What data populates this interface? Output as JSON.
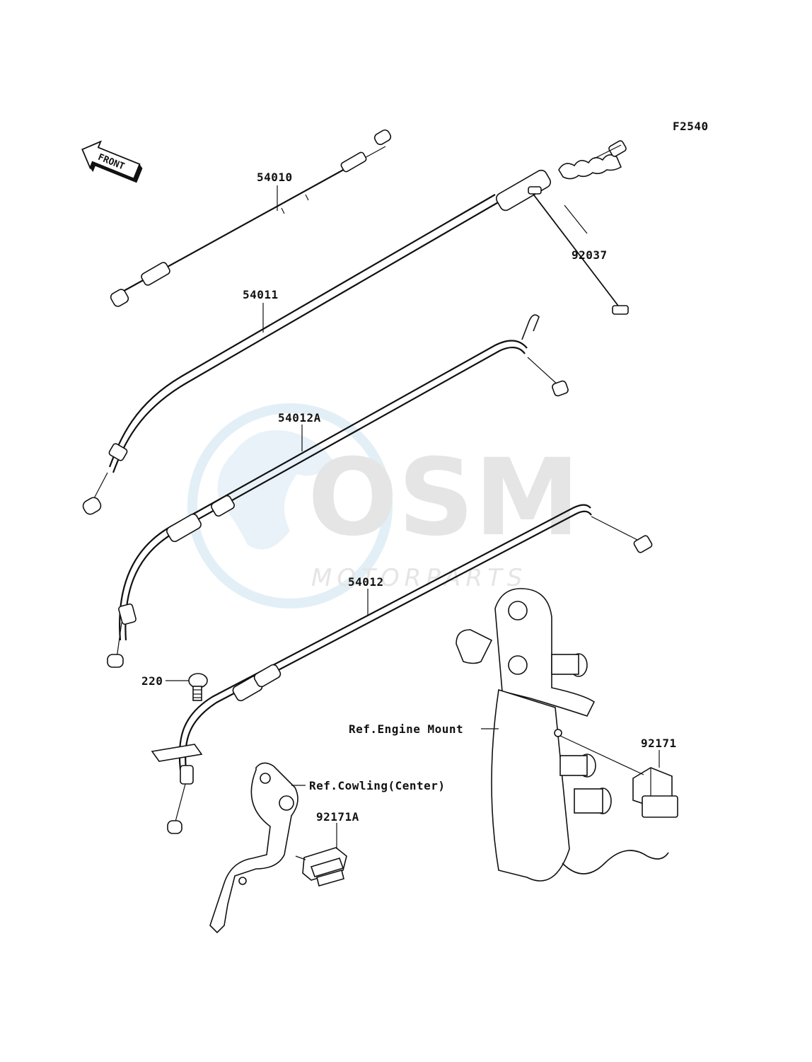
{
  "figure_code": "F2540",
  "front_arrow": {
    "label": "FRONT",
    "icon": "front-arrow-icon"
  },
  "watermark": {
    "logo_letters": "OSM",
    "text": "MOTORPARTS",
    "icon": "globe-icon",
    "color": "#e3e3e3"
  },
  "callouts": [
    {
      "id": "54010",
      "text": "54010"
    },
    {
      "id": "54011",
      "text": "54011"
    },
    {
      "id": "92037",
      "text": "92037"
    },
    {
      "id": "54012A",
      "text": "54012A"
    },
    {
      "id": "54012",
      "text": "54012"
    },
    {
      "id": "220",
      "text": "220"
    },
    {
      "id": "ref-engine-mount",
      "text": "Ref.Engine Mount"
    },
    {
      "id": "92171",
      "text": "92171"
    },
    {
      "id": "ref-cowling",
      "text": "Ref.Cowling(Center)"
    },
    {
      "id": "92171A",
      "text": "92171A"
    }
  ]
}
